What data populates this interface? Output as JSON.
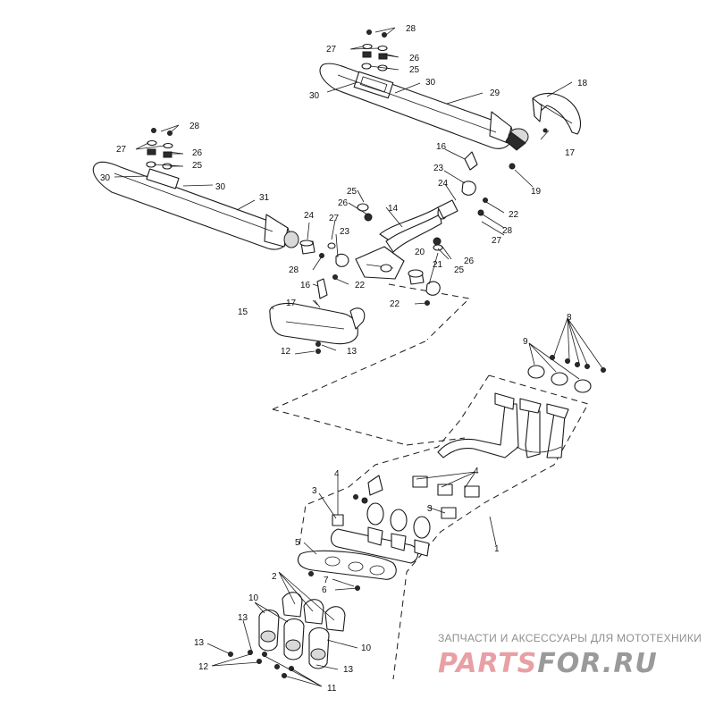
{
  "diagram": {
    "labels": {
      "l1": "1",
      "l2": "2",
      "l3a": "3",
      "l3b": "3",
      "l4a": "4",
      "l4b": "4",
      "l5": "5",
      "l6": "6",
      "l7": "7",
      "l8": "8",
      "l9": "9",
      "l10a": "10",
      "l10b": "10",
      "l11": "11",
      "l12a": "12",
      "l12b": "12",
      "l13a": "13",
      "l13b": "13",
      "l13c": "13",
      "l13d": "13",
      "l14": "14",
      "l15": "15",
      "l16a": "16",
      "l16b": "16",
      "l17a": "17",
      "l17b": "17",
      "l18": "18",
      "l19": "19",
      "l20": "20",
      "l21": "21",
      "l22a": "22",
      "l22b": "22",
      "l22c": "22",
      "l23a": "23",
      "l23b": "23",
      "l24a": "24",
      "l24b": "24",
      "l25a": "25",
      "l25b": "25",
      "l25c": "25",
      "l25d": "25",
      "l26a": "26",
      "l26b": "26",
      "l26c": "26",
      "l26d": "26",
      "l27a": "27",
      "l27b": "27",
      "l27c": "27",
      "l27d": "27",
      "l28a": "28",
      "l28b": "28",
      "l28c": "28",
      "l28d": "28",
      "l29": "29",
      "l30a": "30",
      "l30b": "30",
      "l30c": "30",
      "l30d": "30",
      "l31": "31"
    }
  },
  "watermark": {
    "tagline": "ЗАПЧАСТИ И АКСЕССУАРЫ ДЛЯ МОТОТЕХНИКИ",
    "brand_left": "PARTS",
    "brand_right": "FOR.RU",
    "color_red": "#e8a0a5",
    "color_grey": "#9a9a9a"
  }
}
